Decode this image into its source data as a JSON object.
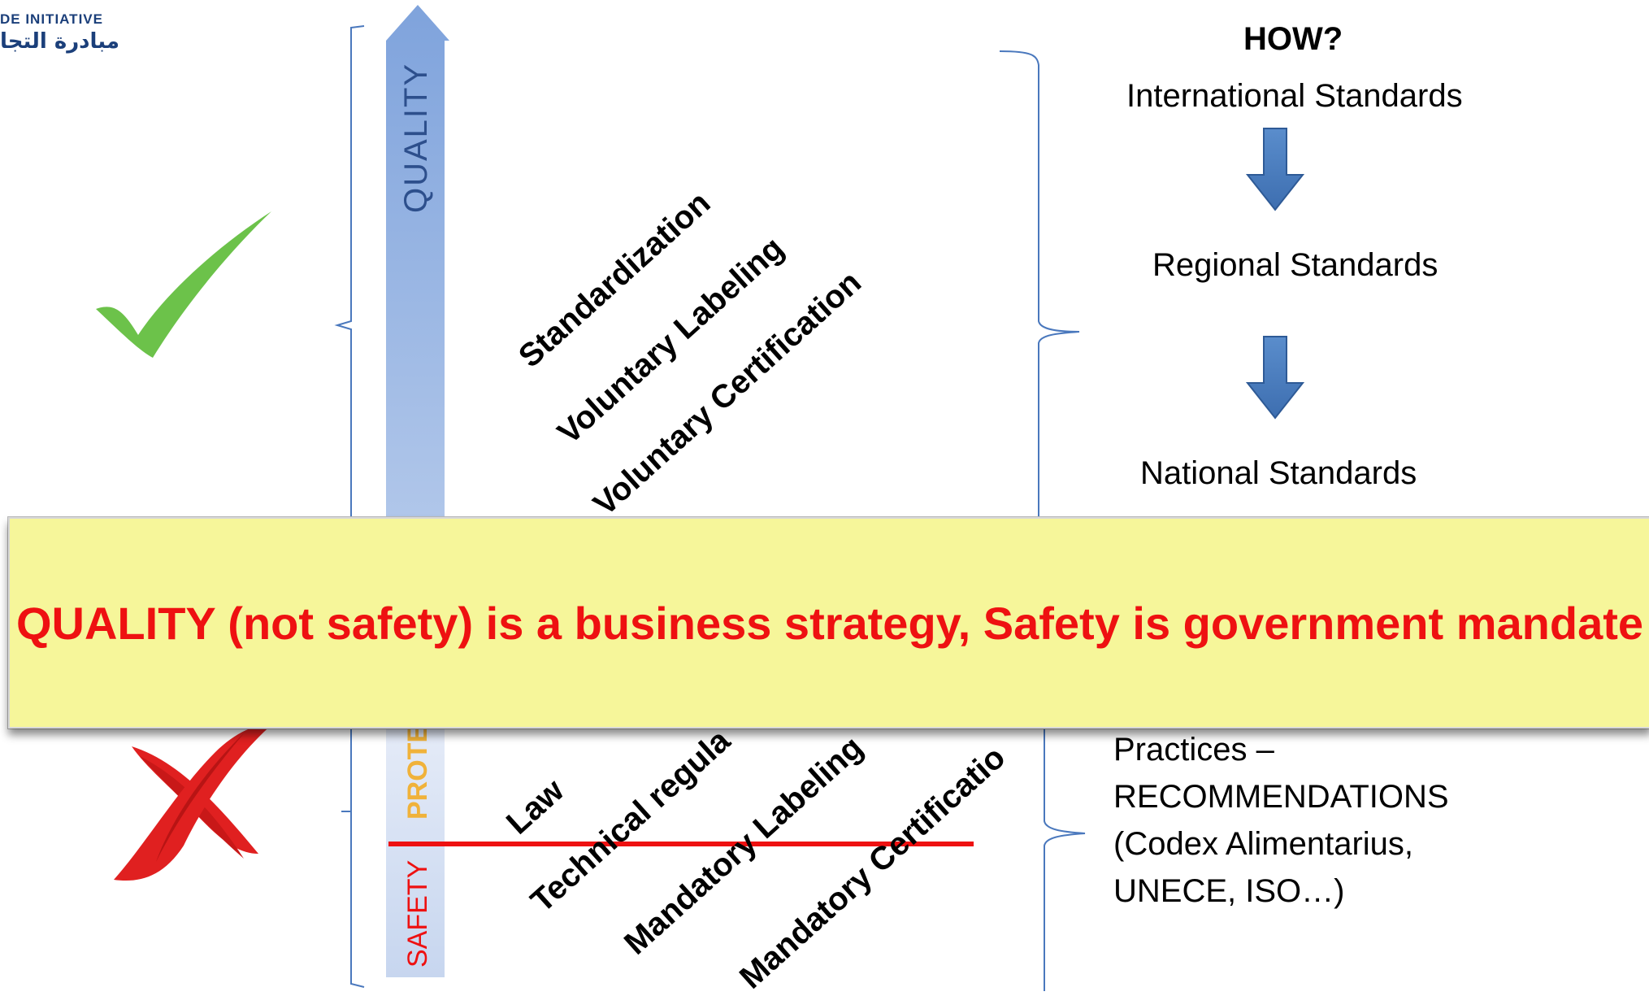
{
  "logo": {
    "line1": "DE INITIATIVE",
    "line2": "مبادرة التجا"
  },
  "left_arrow": {
    "quality_label": "QUALITY",
    "protection_label": "PROTE",
    "safety_label": "SAFETY"
  },
  "quality_items": [
    "Standardization",
    "Voluntary Labeling",
    "Voluntary Certification"
  ],
  "safety_items": [
    "Law",
    "Technical regula",
    "Mandatory Labeling",
    "Mandatory Certificatio"
  ],
  "right_column": {
    "heading": "HOW?",
    "international": "International Standards",
    "regional": "Regional Standards",
    "national": "National Standards",
    "practices_lines": [
      "Practices –",
      "RECOMMENDATIONS",
      "(Codex Alimentarius,",
      "UNECE, ISO…)"
    ]
  },
  "banner": {
    "text": "QUALITY (not safety) is a business strategy, Safety is government mandate"
  },
  "colors": {
    "arrow_blue": "#8fb0e0",
    "down_arrow": "#4a7fc1",
    "check_green": "#6cc24a",
    "cross_red": "#e02020",
    "banner_bg": "#f6f69a",
    "banner_text": "#ee1111",
    "divider_red": "#ee1111"
  },
  "icons": [
    "check-icon",
    "cross-icon",
    "down-arrow-icon"
  ]
}
